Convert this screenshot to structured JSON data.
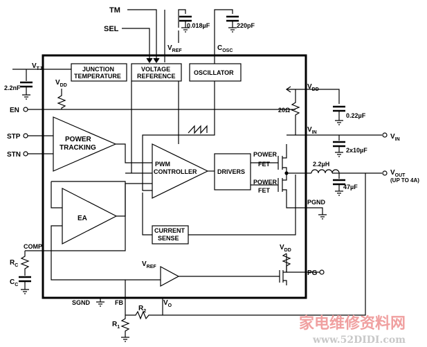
{
  "pins": {
    "tm": "TM",
    "sel": "SEL",
    "vtj_v": "V",
    "vtj_sub": "TJ",
    "en": "EN",
    "stp": "STP",
    "stn": "STN",
    "comp": "COMP",
    "sgnd": "SGND",
    "fb": "FB",
    "vo_v": "V",
    "vo_sub": "O",
    "pg": "PG",
    "pgnd": "PGND",
    "vin_pin_v": "V",
    "vin_pin_sub": "IN",
    "vin_ext_v": "V",
    "vin_ext_sub": "IN",
    "vout_v": "V",
    "vout_sub": "OUT",
    "vout_note": "(UP TO 4A)",
    "vdd_right_v": "V",
    "vdd_right_sub": "DD",
    "vdd_left_v": "V",
    "vdd_left_sub": "DD",
    "vdd_pg_v": "V",
    "vdd_pg_sub": "DD",
    "vref_top_v": "V",
    "vref_top_sub": "REF",
    "cosc_c": "C",
    "cosc_sub": "OSC",
    "vref_amp_v": "V",
    "vref_amp_sub": "REF"
  },
  "blocks": {
    "junction_line1": "JUNCTION",
    "junction_line2": "TEMPERATURE",
    "voltage_line1": "VOLTAGE",
    "voltage_line2": "REFERENCE",
    "oscillator": "OSCILLATOR",
    "power_line1": "POWER",
    "power_line2": "TRACKING",
    "pwm_line1": "PWM",
    "pwm_line2": "CONTROLLER",
    "drivers": "DRIVERS",
    "ea": "EA",
    "current_line1": "CURRENT",
    "current_line2": "SENSE",
    "fet1_line1": "POWER",
    "fet1_line2": "FET",
    "fet2_line1": "POWER",
    "fet2_line2": "FET"
  },
  "components": {
    "c_top1": "0.018µF",
    "c_top2": "220pF",
    "c_tj": "2.2nF",
    "r_en": "20Ω",
    "c_vdd": "0.22µF",
    "c_vin": "2x10µF",
    "l_out": "2.2µH",
    "c_out": "47µF",
    "rc_r": "R",
    "rc_sub": "C",
    "cc_c": "C",
    "cc_sub": "C",
    "r2_r": "R",
    "r2_sub": "2",
    "r1_r": "R",
    "r1_sub": "1"
  },
  "watermark": {
    "chinese": "家电维修资料网",
    "url": "www.52DIDI.com"
  }
}
